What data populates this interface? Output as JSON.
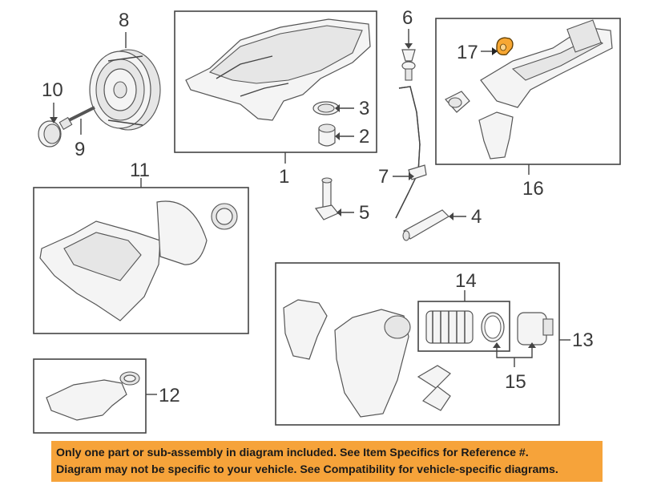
{
  "callouts": [
    "1",
    "2",
    "3",
    "4",
    "5",
    "6",
    "7",
    "8",
    "9",
    "10",
    "11",
    "12",
    "13",
    "14",
    "15",
    "16",
    "17"
  ],
  "highlight_color": "#f7a733",
  "notice": {
    "line1": "Only one part or sub-assembly in diagram included. See Item Specifics for Reference #.",
    "line2": "Diagram may not be specific to your vehicle. See Compatibility for vehicle-specific diagrams.",
    "background": "#f6a33a"
  }
}
